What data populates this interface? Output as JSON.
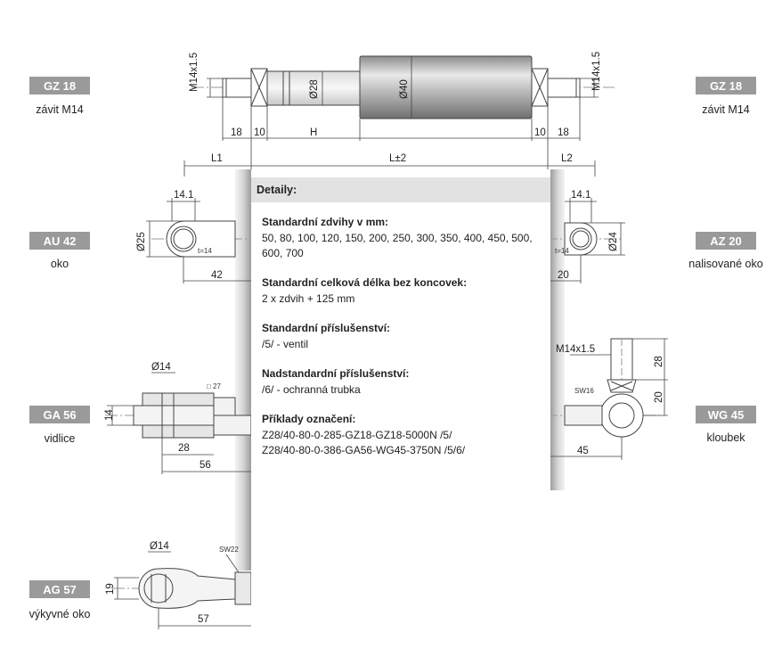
{
  "badges": {
    "gz18_left": {
      "code": "GZ 18",
      "caption": "závit M14"
    },
    "gz18_right": {
      "code": "GZ 18",
      "caption": "závit M14"
    },
    "au42": {
      "code": "AU 42",
      "caption": "oko"
    },
    "az20": {
      "code": "AZ 20",
      "caption": "nalisované oko"
    },
    "ga56": {
      "code": "GA 56",
      "caption": "vidlice"
    },
    "wg45": {
      "code": "WG 45",
      "caption": "kloubek"
    },
    "ag57": {
      "code": "AG 57",
      "caption": "výkyvné oko"
    }
  },
  "colors": {
    "badge": "#9a9a9a",
    "details_header": "#e2e2e2",
    "line": "#444444"
  },
  "dimensions": {
    "top": {
      "thread_left": "M14x1.5",
      "thread_right": "M14x1.5",
      "d_rod": "Ø28",
      "d_tube": "Ø40",
      "l_18a": "18",
      "l_10a": "10",
      "l_h": "H",
      "l_10b": "10",
      "l_18b": "18",
      "l1": "L1",
      "l": "L±2",
      "l2": "L2"
    },
    "au42": {
      "w": "14.1",
      "d": "Ø25",
      "len": "42",
      "t": "t=14"
    },
    "az20": {
      "w": "14.1",
      "d": "Ø24",
      "len": "20",
      "t": "t=14"
    },
    "ga56": {
      "d": "Ø14",
      "sq": "□ 27",
      "h": "14",
      "l1": "28",
      "l2": "56"
    },
    "wg45": {
      "thread": "M14x1.5",
      "h1": "28",
      "h2": "20",
      "sw": "SW16",
      "len": "45"
    },
    "ag57": {
      "d": "Ø14",
      "sw": "SW22",
      "h": "19",
      "len": "57"
    }
  },
  "details": {
    "header": "Detaily:",
    "sections": [
      {
        "title": "Standardní zdvihy v mm:",
        "lines": [
          "50, 80, 100, 120, 150, 200, 250, 300, 350, 400, 450, 500,",
          "600, 700"
        ]
      },
      {
        "title": "Standardní celková délka bez koncovek:",
        "lines": [
          "2 x zdvih + 125 mm"
        ]
      },
      {
        "title": "Standardní příslušenství:",
        "lines": [
          "/5/ - ventil"
        ]
      },
      {
        "title": "Nadstandardní příslušenství:",
        "lines": [
          "/6/ - ochranná trubka"
        ]
      },
      {
        "title": "Příklady označení:",
        "lines": [
          "Z28/40-80-0-285-GZ18-GZ18-5000N /5/",
          "Z28/40-80-0-386-GA56-WG45-3750N /5/6/"
        ]
      }
    ]
  }
}
